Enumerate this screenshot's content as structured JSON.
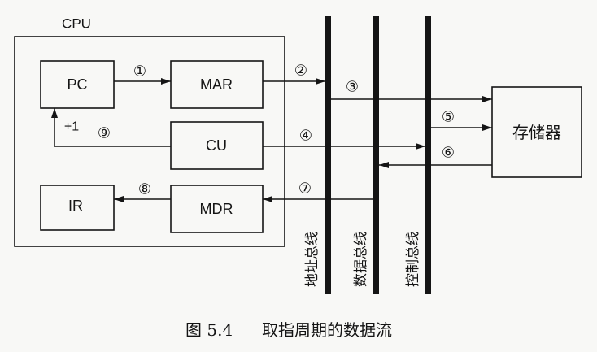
{
  "figure": {
    "cpu_label": "CPU",
    "registers": {
      "pc": "PC",
      "mar": "MAR",
      "cu": "CU",
      "ir": "IR",
      "mdr": "MDR"
    },
    "memory": "存储器",
    "buses": {
      "address": "地址总线",
      "data": "数据总线",
      "control": "控制总线"
    },
    "steps": [
      "①",
      "②",
      "③",
      "④",
      "⑤",
      "⑥",
      "⑦",
      "⑧",
      "⑨"
    ],
    "increment": "+1",
    "caption": {
      "number": "图 5.4",
      "title": "取指周期的数据流"
    }
  },
  "colors": {
    "ink": "#151515",
    "background": "#f8f8f6"
  }
}
